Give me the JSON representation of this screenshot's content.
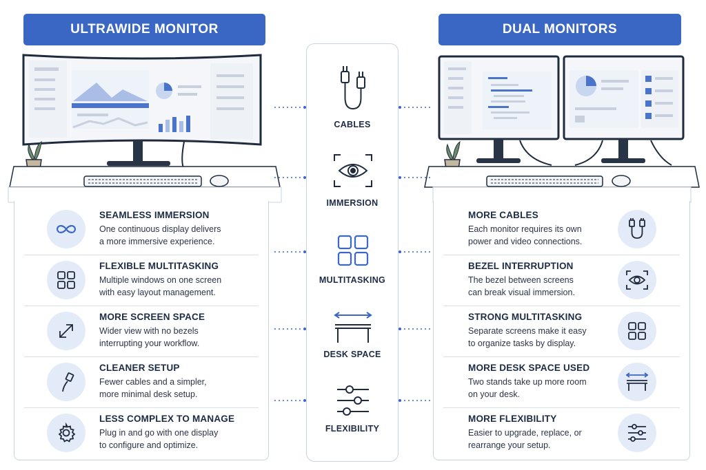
{
  "left": {
    "title": "ULTRAWIDE MONITOR",
    "rows": [
      {
        "title": "SEAMLESS IMMERSION",
        "lines": [
          "One continuous display delivers",
          "a more immersive experience."
        ],
        "icon": "infinity-icon"
      },
      {
        "title": "FLEXIBLE MULTITASKING",
        "lines": [
          "Multiple windows on one screen",
          "with easy layout management."
        ],
        "icon": "grid-icon"
      },
      {
        "title": "MORE SCREEN SPACE",
        "lines": [
          "Wider view with no bezels",
          "interrupting your workflow."
        ],
        "icon": "expand-arrows-icon"
      },
      {
        "title": "CLEANER SETUP",
        "lines": [
          "Fewer cables and a simpler,",
          "more minimal desk setup."
        ],
        "icon": "cable-icon"
      },
      {
        "title": "LESS COMPLEX TO MANAGE",
        "lines": [
          "Plug in and go with one display",
          "to configure and optimize."
        ],
        "icon": "gear-icon"
      }
    ]
  },
  "right": {
    "title": "DUAL MONITORS",
    "rows": [
      {
        "title": "MORE CABLES",
        "lines": [
          "Each monitor requires its own",
          "power and video connections."
        ],
        "icon": "cables-icon"
      },
      {
        "title": "BEZEL INTERRUPTION",
        "lines": [
          "The bezel between screens",
          "can break visual immersion."
        ],
        "icon": "eye-focus-icon"
      },
      {
        "title": "STRONG MULTITASKING",
        "lines": [
          "Separate screens make it easy",
          "to organize tasks by display."
        ],
        "icon": "grid-icon"
      },
      {
        "title": "MORE DESK SPACE USED",
        "lines": [
          "Two stands take up more room",
          "on your desk."
        ],
        "icon": "desk-width-icon"
      },
      {
        "title": "MORE FLEXIBILITY",
        "lines": [
          "Easier to upgrade, replace, or",
          "rearrange your setup."
        ],
        "icon": "sliders-icon"
      }
    ]
  },
  "center": {
    "items": [
      {
        "label": "CABLES",
        "icon": "cables-icon"
      },
      {
        "label": "IMMERSION",
        "icon": "eye-focus-icon"
      },
      {
        "label": "MULTITASKING",
        "icon": "grid-icon"
      },
      {
        "label": "DESK SPACE",
        "icon": "desk-width-icon"
      },
      {
        "label": "FLEXIBILITY",
        "icon": "sliders-icon"
      }
    ]
  },
  "colors": {
    "accent": "#3a66c4",
    "icon_bg": "#e4ebf8",
    "line": "#1f2a3c",
    "border": "#c9d3e3"
  }
}
